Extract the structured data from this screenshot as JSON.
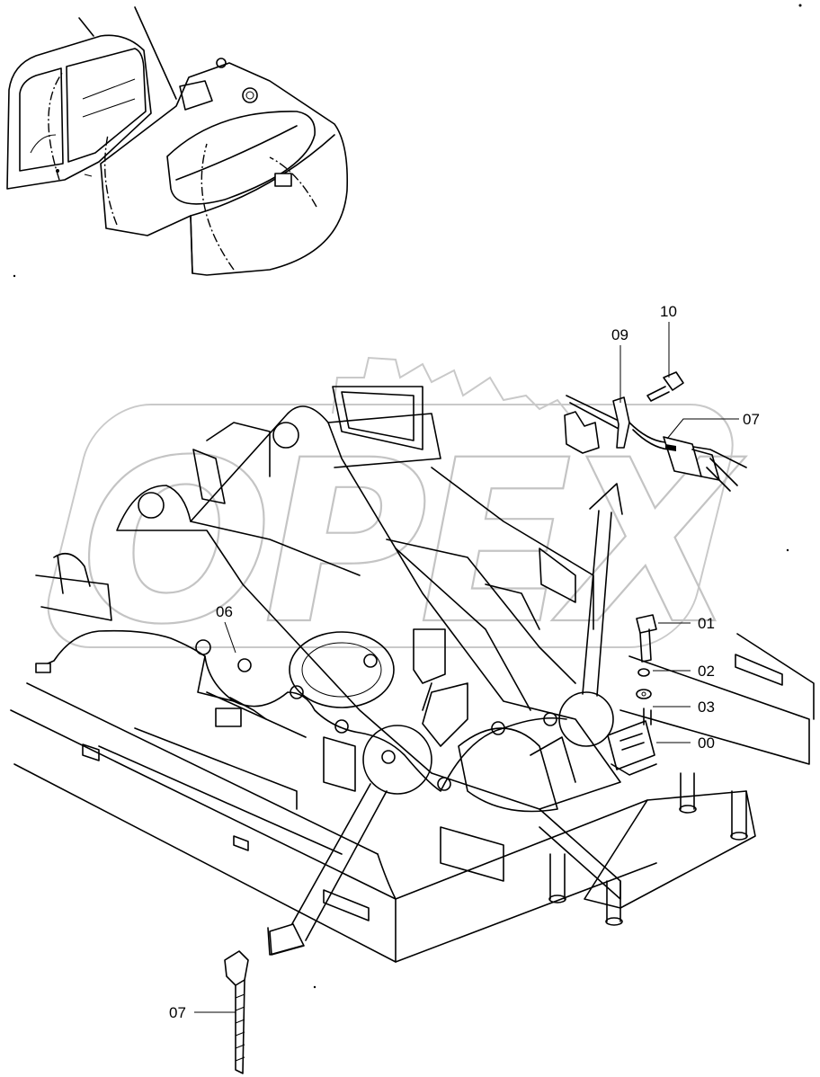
{
  "watermark": {
    "text": "OPEX"
  },
  "callouts": [
    {
      "id": "c10",
      "number": "10"
    },
    {
      "id": "c09",
      "number": "09"
    },
    {
      "id": "c07a",
      "number": "07"
    },
    {
      "id": "c06",
      "number": "06"
    },
    {
      "id": "c01",
      "number": "01"
    },
    {
      "id": "c02",
      "number": "02"
    },
    {
      "id": "c03",
      "number": "03"
    },
    {
      "id": "c00",
      "number": "00"
    },
    {
      "id": "c07b",
      "number": "07"
    }
  ]
}
